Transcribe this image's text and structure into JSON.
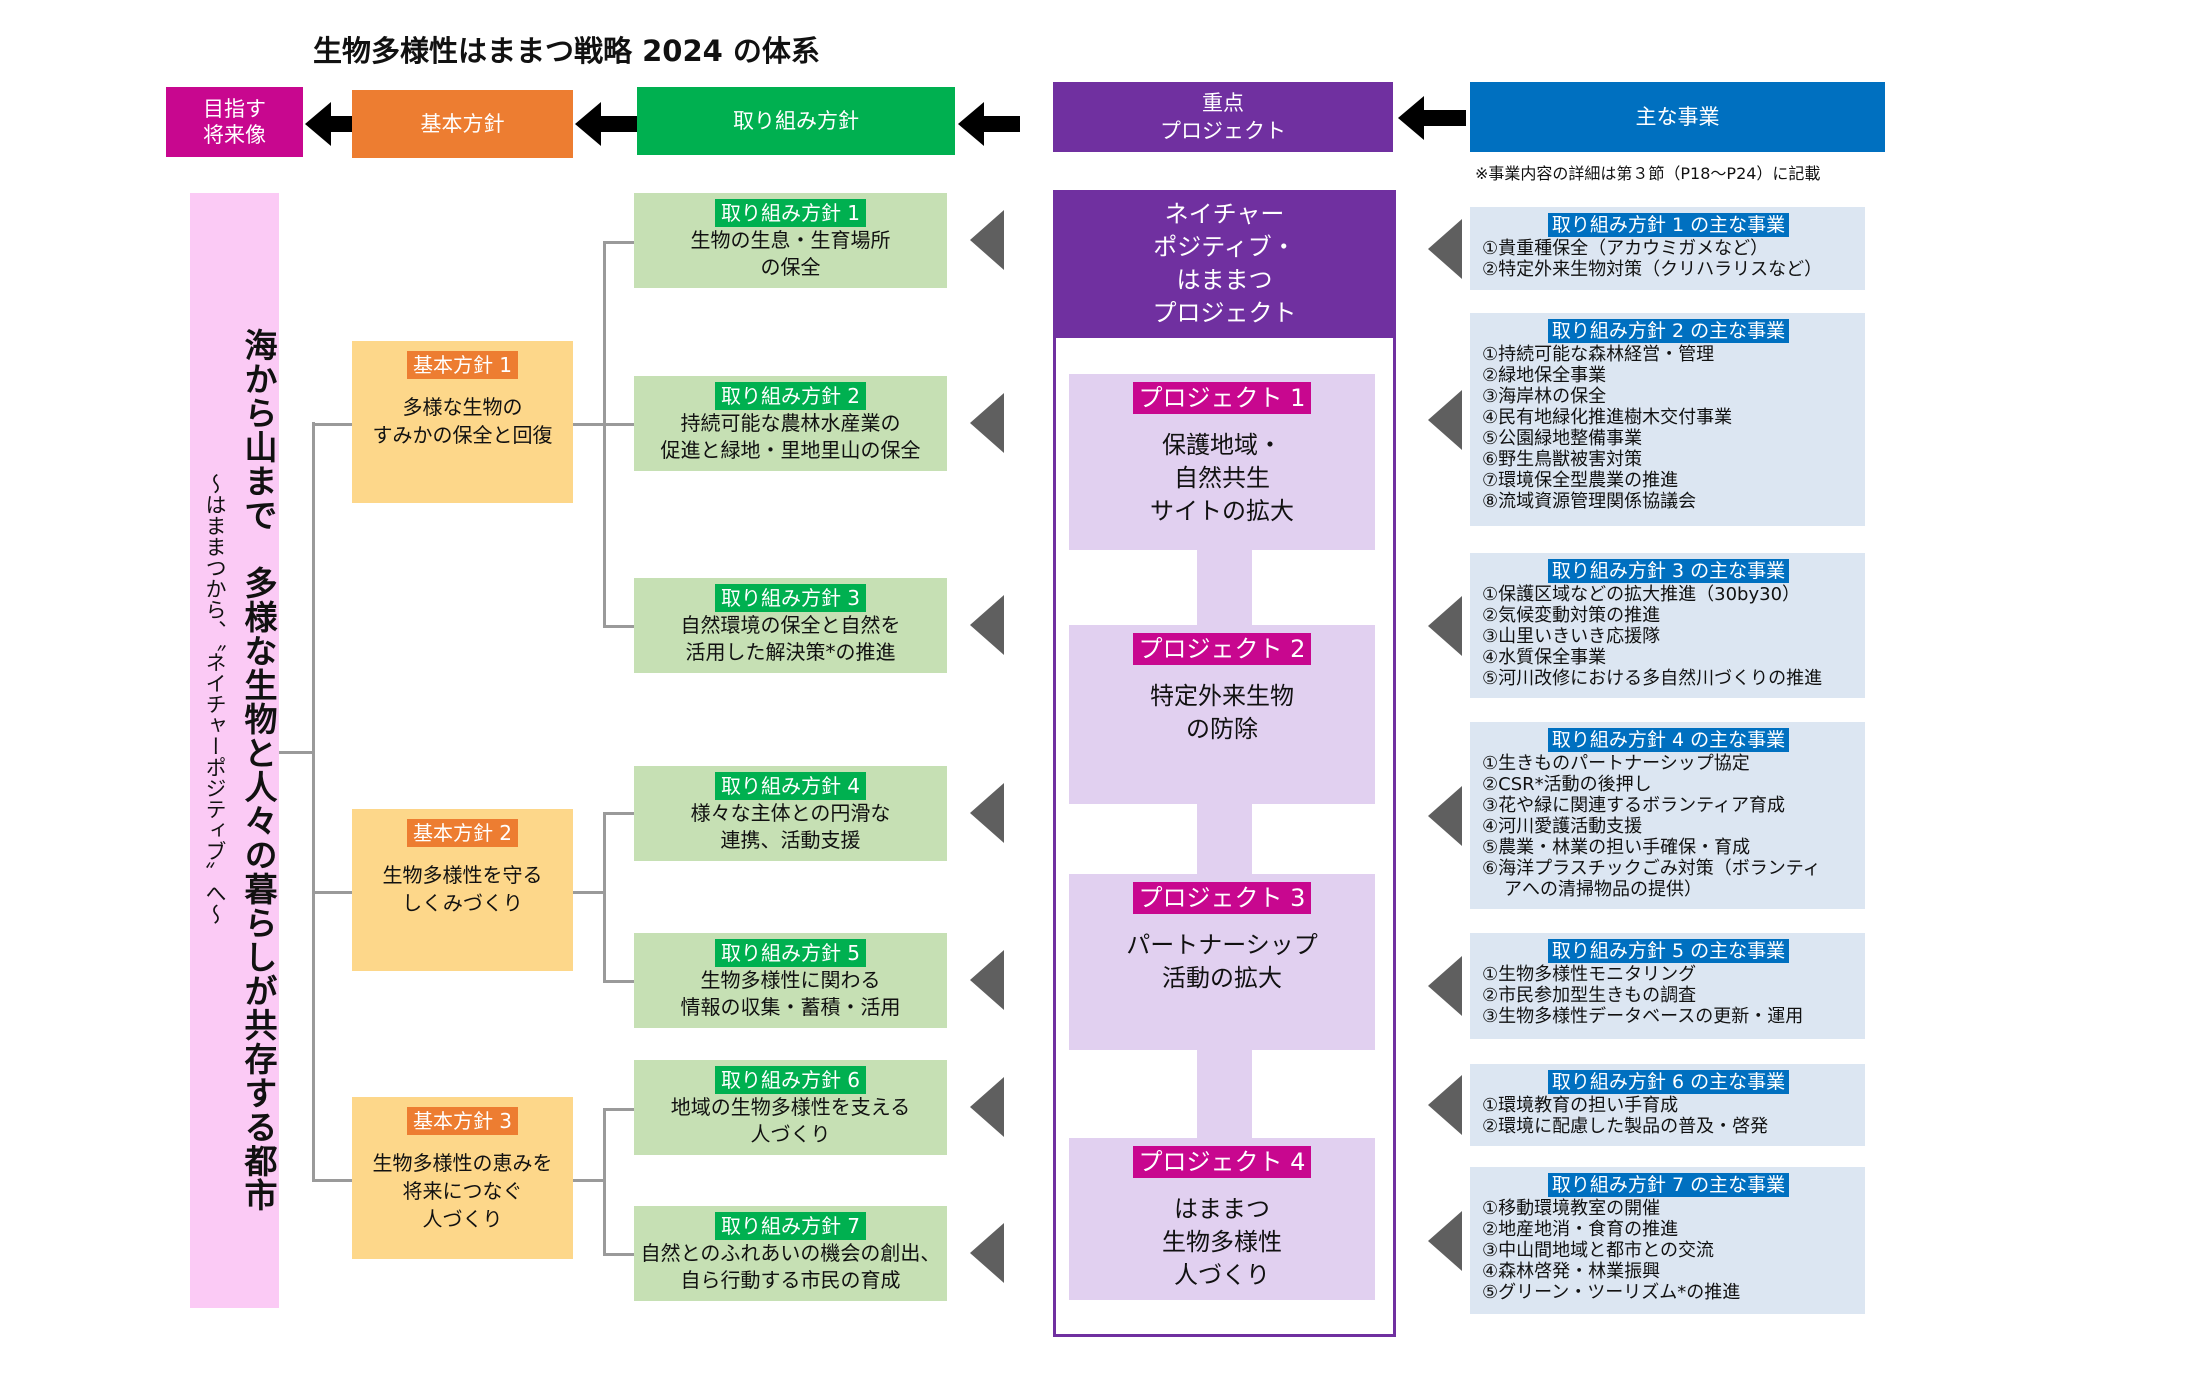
{
  "title": "生物多様性はままつ戦略 2024 の体系",
  "headers": {
    "vision": "目指す\n将来像",
    "basic": "基本方針",
    "policy": "取り組み方針",
    "project": "重点\nプロジェクト",
    "business": "主な事業"
  },
  "note": "※事業内容の詳細は第３節（P18～P24）に記載",
  "vision": {
    "main": "海から山まで　多様な生物と人々の暮らしが共存する都市",
    "sub": "～はままつから、〝ネイチャーポジティブ〟へ～"
  },
  "basic_policies": [
    {
      "tag": "基本方針 1",
      "text": "多様な生物の\nすみかの保全と回復"
    },
    {
      "tag": "基本方針 2",
      "text": "生物多様性を守る\nしくみづくり"
    },
    {
      "tag": "基本方針 3",
      "text": "生物多様性の恵みを\n将来につなぐ\n人づくり"
    }
  ],
  "policies": [
    {
      "tag": "取り組み方針 1",
      "text": "生物の生息・生育場所\nの保全"
    },
    {
      "tag": "取り組み方針 2",
      "text": "持続可能な農林水産業の\n促進と緑地・里地里山の保全"
    },
    {
      "tag": "取り組み方針 3",
      "text": "自然環境の保全と自然を\n活用した解決策*の推進"
    },
    {
      "tag": "取り組み方針 4",
      "text": "様々な主体との円滑な\n連携、活動支援"
    },
    {
      "tag": "取り組み方針 5",
      "text": "生物多様性に関わる\n情報の収集・蓄積・活用"
    },
    {
      "tag": "取り組み方針 6",
      "text": "地域の生物多様性を支える\n人づくり"
    },
    {
      "tag": "取り組み方針 7",
      "text": "自然とのふれあいの機会の創出、\n自ら行動する市民の育成"
    }
  ],
  "project_header": "ネイチャー\nポジティブ・\nはままつ\nプロジェクト",
  "projects": [
    {
      "tag": "プロジェクト 1",
      "text": "保護地域・\n自然共生\nサイトの拡大"
    },
    {
      "tag": "プロジェクト 2",
      "text": "特定外来生物\nの防除"
    },
    {
      "tag": "プロジェクト 3",
      "text": "パートナーシップ\n活動の拡大"
    },
    {
      "tag": "プロジェクト 4",
      "text": "はままつ\n生物多様性\n人づくり"
    }
  ],
  "businesses": [
    {
      "tag": "取り組み方針 1 の主な事業",
      "items": [
        "①貴重種保全（アカウミガメなど）",
        "②特定外来生物対策（クリハラリスなど）"
      ]
    },
    {
      "tag": "取り組み方針 2 の主な事業",
      "items": [
        "①持続可能な森林経営・管理",
        "②緑地保全事業",
        "③海岸林の保全",
        "④民有地緑化推進樹木交付事業",
        "⑤公園緑地整備事業",
        "⑥野生鳥獣被害対策",
        "⑦環境保全型農業の推進",
        "⑧流域資源管理関係協議会"
      ]
    },
    {
      "tag": "取り組み方針 3 の主な事業",
      "items": [
        "①保護区域などの拡大推進（30by30）",
        "②気候変動対策の推進",
        "③山里いきいき応援隊",
        "④水質保全事業",
        "⑤河川改修における多自然川づくりの推進"
      ]
    },
    {
      "tag": "取り組み方針 4 の主な事業",
      "items": [
        "①生きものパートナーシップ協定",
        "②CSR*活動の後押し",
        "③花や緑に関連するボランティア育成",
        "④河川愛護活動支援",
        "⑤農業・林業の担い手確保・育成",
        "⑥海洋プラスチックごみ対策（ボランティ",
        "アへの清掃物品の提供）"
      ]
    },
    {
      "tag": "取り組み方針 5 の主な事業",
      "items": [
        "①生物多様性モニタリング",
        "②市民参加型生きもの調査",
        "③生物多様性データベースの更新・運用"
      ]
    },
    {
      "tag": "取り組み方針 6 の主な事業",
      "items": [
        "①環境教育の担い手育成",
        "②環境に配慮した製品の普及・啓発"
      ]
    },
    {
      "tag": "取り組み方針 7 の主な事業",
      "items": [
        "①移動環境教室の開催",
        "②地産地消・食育の推進",
        "③中山間地域と都市との交流",
        "④森林啓発・林業振興",
        "⑤グリーン・ツーリズム*の推進"
      ]
    }
  ],
  "colors": {
    "vision": "#c8078f",
    "basic": "#ed7d31",
    "policy": "#00b050",
    "project": "#7030a0",
    "business": "#0070c0",
    "basic_box": "#fdd78a",
    "policy_box": "#c6e0b4",
    "project_box": "#e1d0f0",
    "business_box": "#dce6f2",
    "vision_box": "#fbcaf5"
  }
}
